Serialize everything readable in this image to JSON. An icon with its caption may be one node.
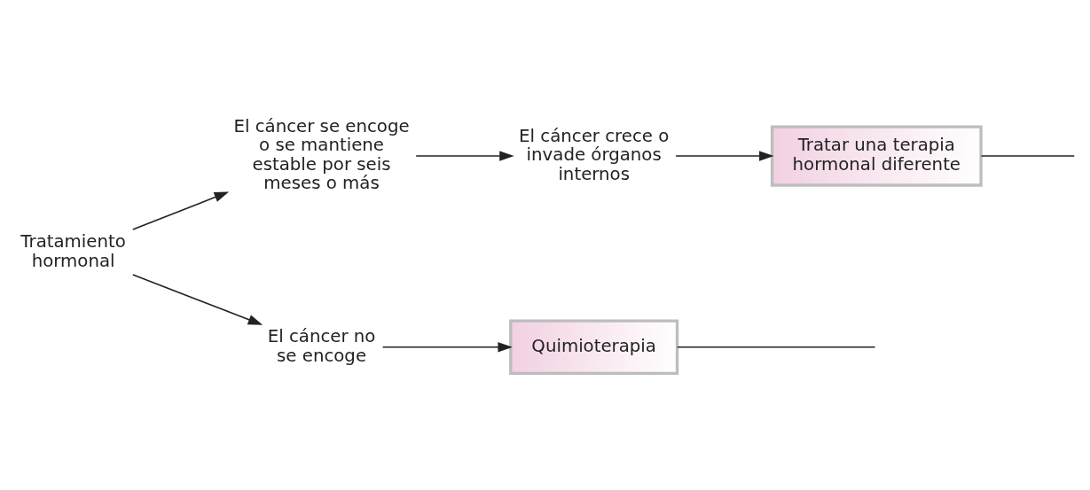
{
  "diagram": {
    "nodes": [
      {
        "text": [
          "Tratamiento hormonal"
        ]
      },
      {
        "text": [
          "El cáncer se encoge o se mantiene estable por seis meses o más"
        ]
      },
      {
        "text": [
          "El cáncer crece o invade órganos internos"
        ]
      },
      {
        "text": [
          "Tratar una terapia hormonal diferente"
        ]
      },
      {
        "text": [
          "El cáncer no se encoge"
        ]
      },
      {
        "text": [
          "Quimioterapia"
        ]
      }
    ],
    "edges": [
      {
        "from": 0,
        "to": 1,
        "arrow": "to"
      },
      {
        "from": 0,
        "to": 4,
        "arrow": "to"
      },
      {
        "from": 1,
        "to": 2,
        "arrow": "to"
      },
      {
        "from": 2,
        "to": 3,
        "arrow": "to"
      },
      {
        "from": 4,
        "to": 5,
        "arrow": "to"
      },
      {
        "from": 3,
        "to": null,
        "arrow": "none"
      },
      {
        "from": 5,
        "to": null,
        "arrow": "none"
      }
    ]
  }
}
